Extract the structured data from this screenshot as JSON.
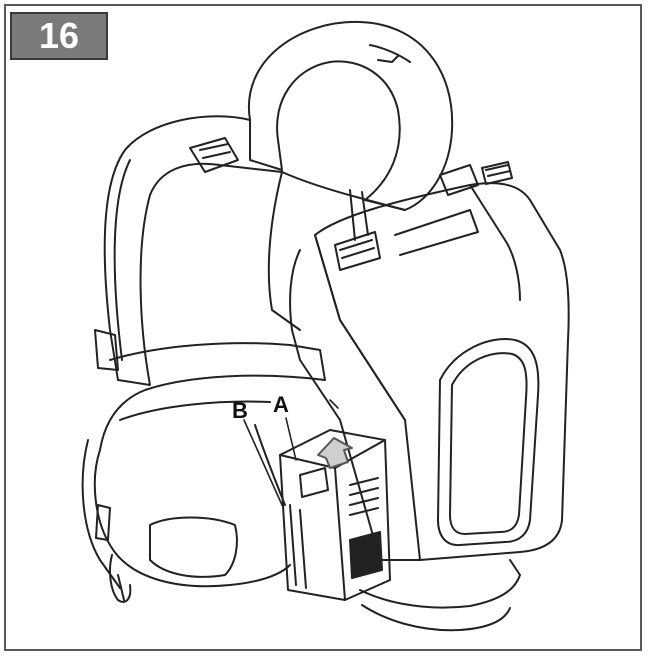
{
  "figure": {
    "number": "16",
    "callouts": {
      "a": "A",
      "b": "B"
    }
  },
  "colors": {
    "line": "#222222",
    "badge": "#7a7a7a",
    "frame": "#5a5a5a"
  },
  "icons": [
    "arrow-up-icon",
    "battery-pack-icon",
    "backpack-harness-icon"
  ]
}
